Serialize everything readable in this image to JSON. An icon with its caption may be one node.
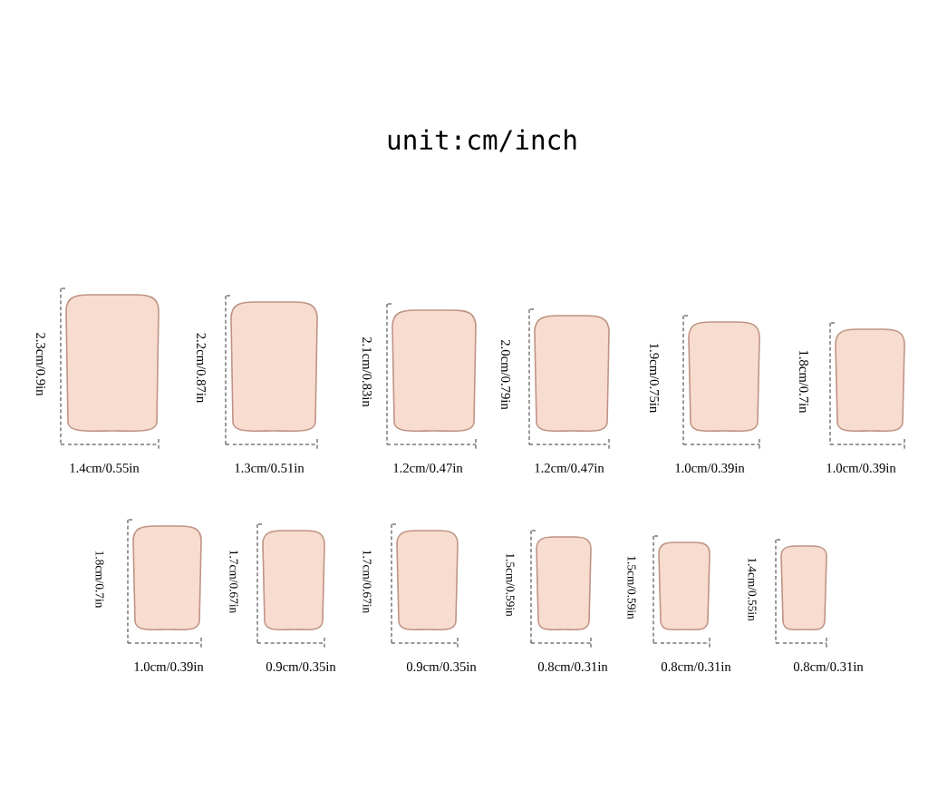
{
  "diagram": {
    "title": "unit:cm/inch",
    "labels": [
      "2.3cm/0.9in",
      "1.4cm/0.55in",
      "2.2cm/0.87in",
      "1.3cm/0.51in",
      "2.1cm/0.83in",
      "1.2cm/0.47in",
      "2.0cm/0.79in",
      "1.2cm/0.47in",
      "1.9cm/0.75in",
      "1.0cm/0.39in",
      "1.8cm/0.7in",
      "1.0cm/0.39in",
      "1.8cm/0.7in",
      "1.0cm/0.39in",
      "1.7cm/0.67in",
      "0.9cm/0.35in",
      "1.7cm/0.67in",
      "0.9cm/0.35in",
      "1.5cm/0.59in",
      "0.8cm/0.31in",
      "1.5cm/0.59in",
      "0.8cm/0.31in",
      "1.4cm/0.55in",
      "0.8cm/0.31in"
    ]
  }
}
